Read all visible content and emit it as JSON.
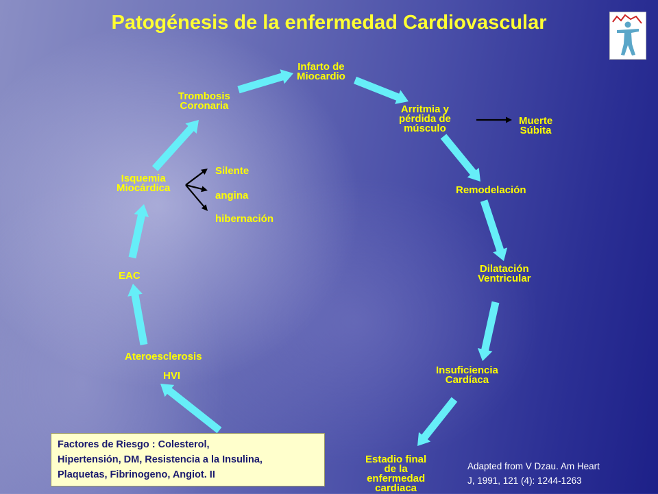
{
  "title": "Patogénesis de la enfermedad Cardiovascular",
  "logo": {
    "icon": "human-figure-logo-icon"
  },
  "nodes": {
    "infarto": "Infarto de\nMiocardio",
    "arritmia": "Arritmia y\npérdida de\nmúsculo",
    "muerte": "Muerte\nSúbita",
    "remodelacion": "Remodelación",
    "dilatacion": "Dilatación\nVentricular",
    "insuficiencia": "Insuficiencia\nCardíaca",
    "estadio": "Estadio final\nde la\nenfermedad\ncardiaca",
    "trombosis": "Trombosis\nCoronaria",
    "isquemia": "Isquemia\nMiocárdica",
    "silente": "Silente",
    "angina": "angina",
    "hibernacion": "hibernación",
    "eac": "EAC",
    "ateroesclerosis": "Ateroesclerosis",
    "hvi": "HVI"
  },
  "risk_factors": {
    "line1": "Factores de Riesgo : Colesterol,",
    "line2": "Hipertensión, DM, Resistencia a la Insulina,",
    "line3": "Plaquetas, Fibrinogeno, Angiot. II"
  },
  "citation": {
    "line1": "Adapted from  V Dzau. Am Heart",
    "line2": "J, 1991, 121 (4): 1244-1263"
  },
  "colors": {
    "title": "#ffff33",
    "node_text": "#ffff00",
    "cycle_arrow": "#66eef8",
    "branch_arrow": "#000000",
    "risk_box_bg": "#ffffcc",
    "risk_box_text": "#1a1a6e"
  }
}
